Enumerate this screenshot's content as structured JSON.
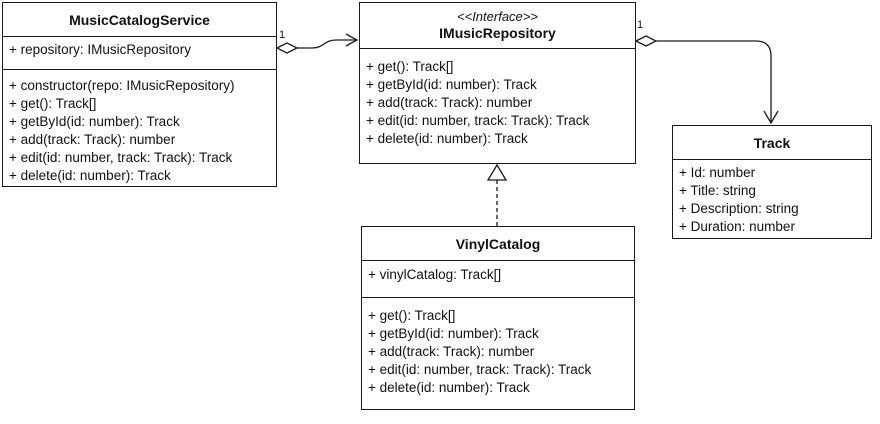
{
  "classes": {
    "service": {
      "name": "MusicCatalogService",
      "attributes": [
        "+ repository: IMusicRepository"
      ],
      "operations": [
        "+ constructor(repo: IMusicRepository)",
        "+ get(): Track[]",
        "+ getById(id: number): Track",
        "+ add(track: Track): number",
        "+ edit(id: number, track: Track): Track",
        "+ delete(id: number): Track"
      ]
    },
    "repository": {
      "stereotype": "<<Interface>>",
      "name": "IMusicRepository",
      "operations": [
        "+ get(): Track[]",
        "+ getById(id: number): Track",
        "+ add(track: Track): number",
        "+ edit(id: number, track: Track): Track",
        "+ delete(id: number): Track"
      ]
    },
    "track": {
      "name": "Track",
      "attributes": [
        "+ Id: number",
        "+ Title: string",
        "+ Description: string",
        "+ Duration: number"
      ]
    },
    "vinyl": {
      "name": "VinylCatalog",
      "attributes": [
        "+ vinylCatalog: Track[]"
      ],
      "operations": [
        "+ get(): Track[]",
        "+ getById(id: number): Track",
        "+ add(track: Track): number",
        "+ edit(id: number, track: Track): Track",
        "+ delete(id: number): Track"
      ]
    }
  },
  "relations": {
    "service_to_repository": {
      "type": "aggregation",
      "multiplicity": "1"
    },
    "repository_to_track": {
      "type": "aggregation",
      "multiplicity": "1"
    },
    "vinyl_to_repository": {
      "type": "realization"
    }
  }
}
